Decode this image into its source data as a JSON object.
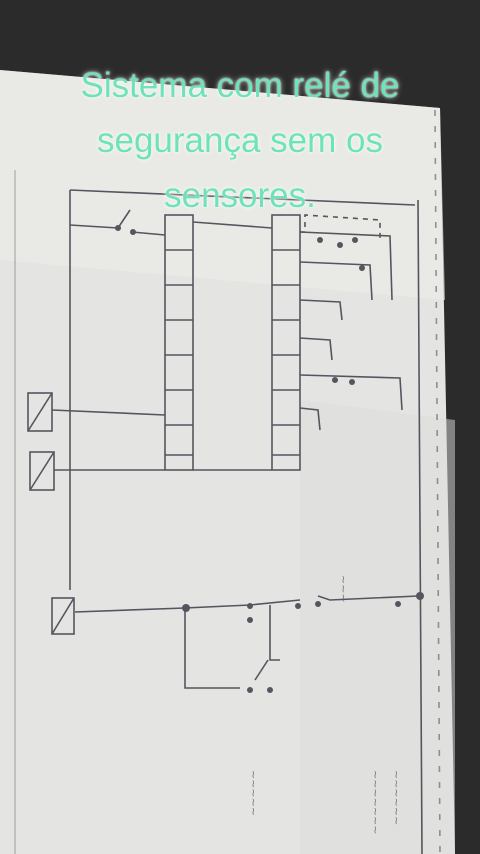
{
  "caption": {
    "lines": [
      "Sistema com relé de",
      "segurança sem os",
      "sensores."
    ],
    "color": "#6fe3b8"
  },
  "photo": {
    "paper_color": "#e6e6e4",
    "background_color": "#2a2a2a",
    "ink_color": "#55555f"
  }
}
